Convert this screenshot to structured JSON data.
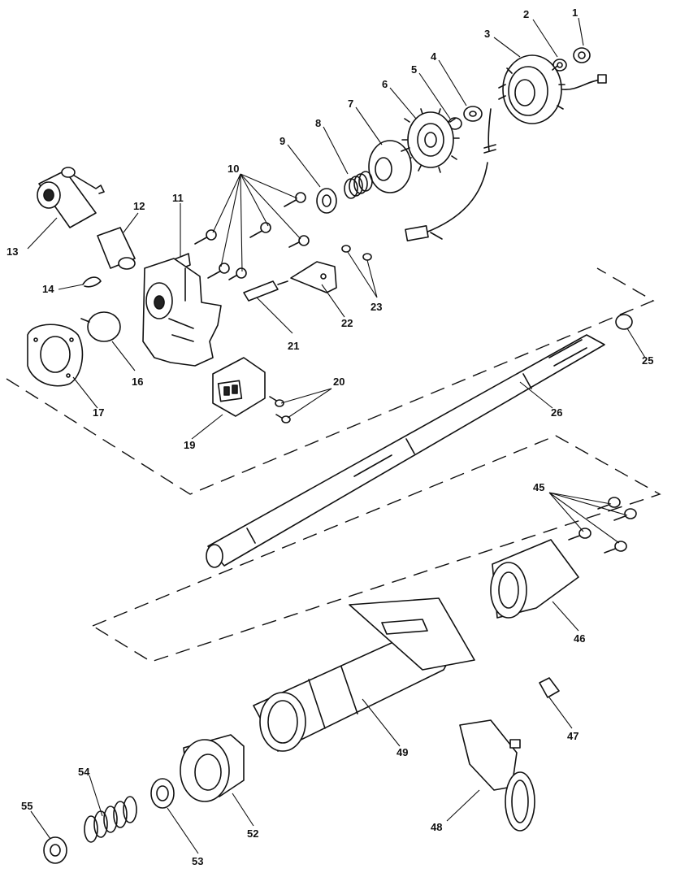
{
  "callouts": {
    "c1": "1",
    "c2": "2",
    "c3": "3",
    "c4": "4",
    "c5": "5",
    "c6": "6",
    "c7": "7",
    "c8": "8",
    "c9": "9",
    "c10": "10",
    "c11": "11",
    "c12": "12",
    "c13": "13",
    "c14": "14",
    "c16": "16",
    "c17": "17",
    "c19": "19",
    "c20": "20",
    "c21": "21",
    "c22": "22",
    "c23": "23",
    "c25": "25",
    "c26": "26",
    "c45": "45",
    "c46": "46",
    "c47": "47",
    "c48": "48",
    "c49": "49",
    "c52": "52",
    "c53": "53",
    "c54": "54",
    "c55": "55"
  }
}
